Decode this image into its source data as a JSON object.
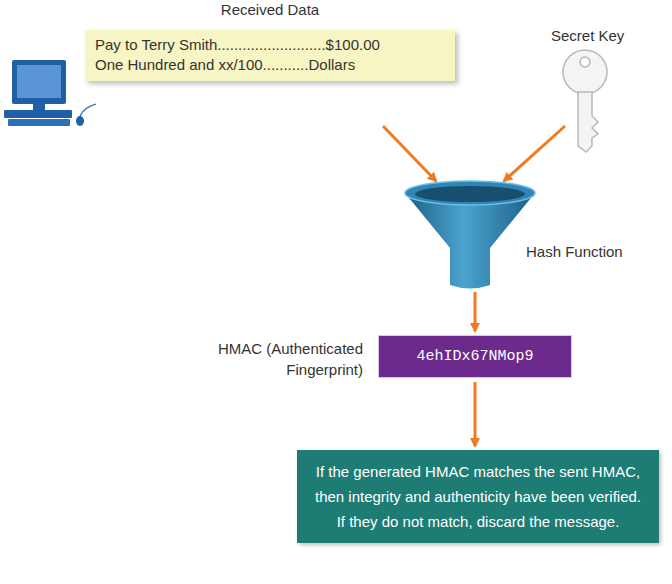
{
  "diagram": {
    "nodes": [
      {
        "text": [
          "Received Data",
          "Pay to Terry Smith..........................$100.00",
          "One Hundred and xx/100...........Dollars"
        ]
      },
      {
        "text": [
          "HMAC (Authenticated Fingerprint)",
          "4ehIDx67NMop9"
        ]
      },
      {
        "text": [
          "If the generated HMAC matches the sent HMAC, then integrity and authenticity have been verified. If they do not match, discard the message."
        ]
      }
    ],
    "edges": [
      {
        "from": 1,
        "to": 2,
        "arrow": "to"
      }
    ],
    "labels": [
      "Secret Key",
      "Hash Function"
    ]
  }
}
